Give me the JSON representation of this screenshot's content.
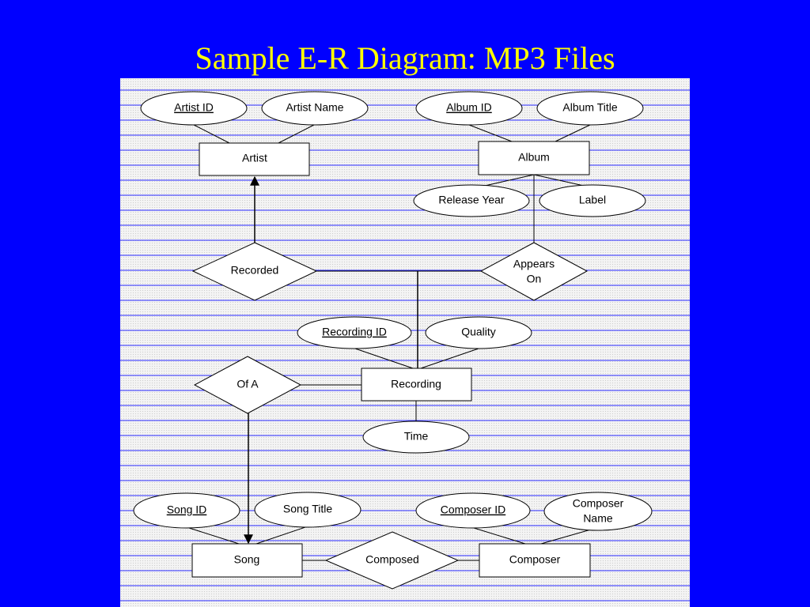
{
  "title": "Sample E-R Diagram: MP3 Files",
  "colors": {
    "background": "#0000ff",
    "title": "#ffff00",
    "rule_lines": "#2a2aff",
    "shape_fill": "#ffffff",
    "shape_stroke": "#000000"
  },
  "entities": {
    "artist": "Artist",
    "album": "Album",
    "recording": "Recording",
    "song": "Song",
    "composer": "Composer"
  },
  "attributes": {
    "artist_id": "Artist ID",
    "artist_name": "Artist Name",
    "album_id": "Album ID",
    "album_title": "Album Title",
    "release_year": "Release Year",
    "label": "Label",
    "recording_id": "Recording ID",
    "quality": "Quality",
    "time": "Time",
    "song_id": "Song ID",
    "song_title": "Song Title",
    "composer_id": "Composer ID",
    "composer_name_line1": "Composer",
    "composer_name_line2": "Name"
  },
  "relationships": {
    "recorded": "Recorded",
    "appears_on_line1": "Appears",
    "appears_on_line2": "On",
    "of_a": "Of A",
    "composed": "Composed"
  }
}
